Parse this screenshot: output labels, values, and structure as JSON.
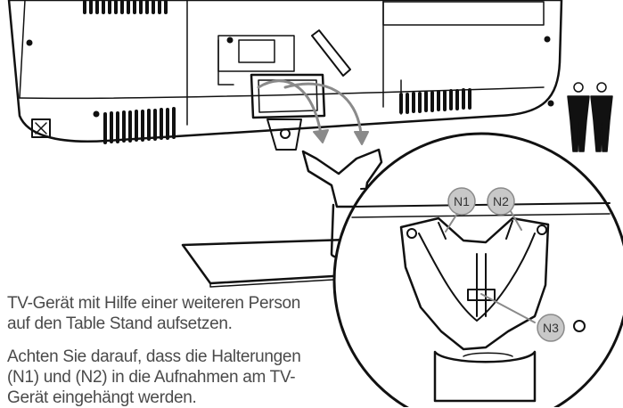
{
  "callouts": {
    "n1": "N1",
    "n2": "N2",
    "n3": "N3"
  },
  "instructions": {
    "para1_line1": "TV-Gerät mit Hilfe einer weiteren Person",
    "para1_line2": "auf den Table Stand aufsetzen.",
    "para2_line1": "Achten Sie darauf, dass die Halterungen",
    "para2_line2": "(N1) und (N2) in die Aufnahmen am TV-",
    "para2_line3": "Gerät eingehängt werden."
  },
  "colors": {
    "ink": "#111111",
    "callout_fill": "#c8c8c8",
    "arrow": "#8a8a8a",
    "text": "#4a4a4a"
  }
}
